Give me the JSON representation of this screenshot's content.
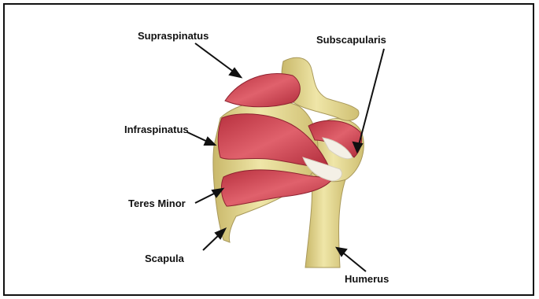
{
  "labels": {
    "supraspinatus": "Supraspinatus",
    "subscapularis": "Subscapularis",
    "infraspinatus": "Infraspinatus",
    "teres_minor": "Teres Minor",
    "scapula": "Scapula",
    "humerus": "Humerus"
  },
  "colors": {
    "bone": "#e6dc96",
    "bone_shadow": "#c9b86a",
    "muscle": "#d44a57",
    "muscle_dark": "#a8283a",
    "tendon": "#f4f0e6"
  }
}
